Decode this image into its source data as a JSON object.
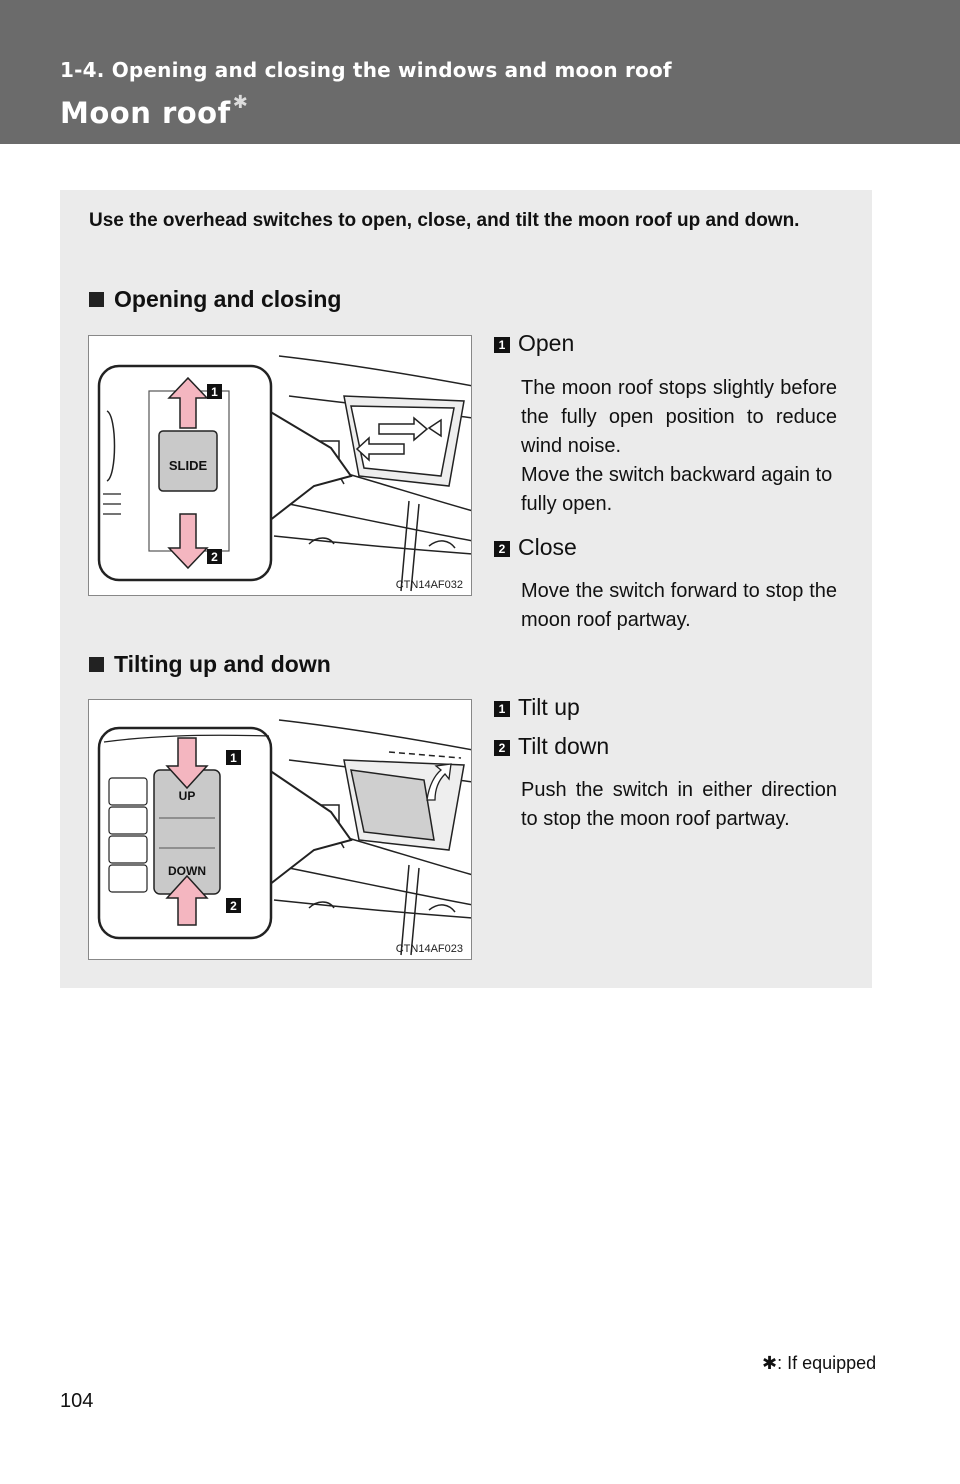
{
  "header": {
    "section": "1-4. Opening and closing the windows and moon roof",
    "title": "Moon roof",
    "title_mark": "✱"
  },
  "intro": "Use the overhead switches to open, close, and tilt the moon roof up and down.",
  "opening": {
    "heading": "Opening and closing",
    "figure": {
      "code": "CTN14AF032",
      "switch_label": "SLIDE",
      "badge1": "1",
      "badge2": "2"
    },
    "items": [
      {
        "num": "1",
        "label": "Open",
        "desc_lines": [
          "The moon roof stops slightly before the fully open position to reduce wind noise.",
          "Move the switch backward again to fully open."
        ]
      },
      {
        "num": "2",
        "label": "Close",
        "desc_lines": [
          "Move the switch forward to stop the moon roof partway."
        ]
      }
    ]
  },
  "tilting": {
    "heading": "Tilting up and down",
    "figure": {
      "code": "CTN14AF023",
      "up_label": "UP",
      "down_label": "DOWN",
      "badge1": "1",
      "badge2": "2"
    },
    "items": [
      {
        "num": "1",
        "label": "Tilt up"
      },
      {
        "num": "2",
        "label": "Tilt down"
      }
    ],
    "desc": "Push the switch in either direction to stop the moon roof partway."
  },
  "footnote": "✱: If equipped",
  "page_number": "104",
  "colors": {
    "header": "#6b6b6b",
    "panel": "#ebebeb",
    "arrow": "#f4b6c0"
  }
}
